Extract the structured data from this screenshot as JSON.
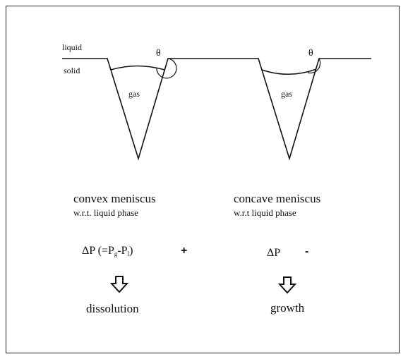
{
  "surface_labels": {
    "liquid": "liquid",
    "solid": "solid"
  },
  "left_pit": {
    "angle_symbol": "θ",
    "gas_label": "gas",
    "meniscus_title": "convex meniscus",
    "phase_note": "w.r.t. liquid phase",
    "pressure_prefix": "ΔP (=P",
    "pressure_sub_g": "g",
    "pressure_mid": "-P",
    "pressure_sub_l": "l",
    "pressure_suffix": ")",
    "sign": "+",
    "result": "dissolution"
  },
  "right_pit": {
    "angle_symbol": "θ",
    "gas_label": "gas",
    "meniscus_title": "concave meniscus",
    "phase_note": "w.r.t liquid phase",
    "pressure_label": "ΔP",
    "sign": "-",
    "result": "growth"
  }
}
